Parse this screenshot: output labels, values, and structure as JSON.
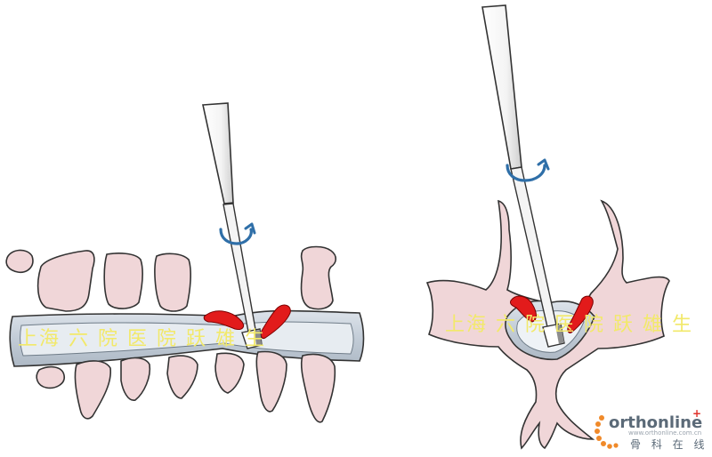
{
  "watermark": {
    "text": "上海 六 院 医 院 跃 雄 生"
  },
  "logo": {
    "name": "orthonline",
    "url": "www.orthonline.com.cn",
    "cn": "骨 科 在 线",
    "colors": {
      "accent": "#f08a2a",
      "text": "#5b6a78",
      "plus": "#e0312a"
    }
  },
  "colors": {
    "bone": "#f0d6d8",
    "disc": "#c8d2dc",
    "ligament": "#e21b1b",
    "instrument": "#ffffff",
    "arrow": "#2f6fa8",
    "outline": "#333333"
  },
  "icons": {
    "rotation": "rotate-arrow-icon"
  }
}
